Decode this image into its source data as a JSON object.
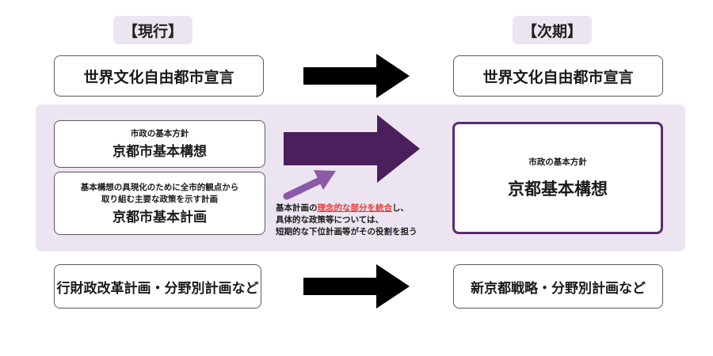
{
  "columns": {
    "current_label": "【現行】",
    "next_label": "【次期】"
  },
  "rows": {
    "declaration": {
      "current": "世界文化自由都市宣言",
      "next": "世界文化自由都市宣言"
    },
    "policy": {
      "current_concept_sub": "市政の基本方針",
      "current_concept": "京都市基本構想",
      "current_plan_sub_line1": "基本構想の具現化のために全市的観点から",
      "current_plan_sub_line2": "取り組む主要な政策を示す計画",
      "current_plan": "京都市基本計画",
      "next_sub": "市政の基本方針",
      "next": "京都基本構想"
    },
    "plans": {
      "current": "行財政改革計画・分野別計画など",
      "next": "新京都戦略・分野別計画など"
    }
  },
  "note": {
    "line1_prefix": "基本計画の",
    "line1_highlight": "理念的な部分を統合",
    "line1_suffix": "し、",
    "line2": "具体的な政策等については、",
    "line3": "短期的な下位計画等がその役割を担う"
  },
  "colors": {
    "band": "#ece5f1",
    "dark_purple": "#4a1f5c",
    "light_purple": "#8a5aa6",
    "highlight": "#e53935",
    "arrow_black": "#000000"
  }
}
